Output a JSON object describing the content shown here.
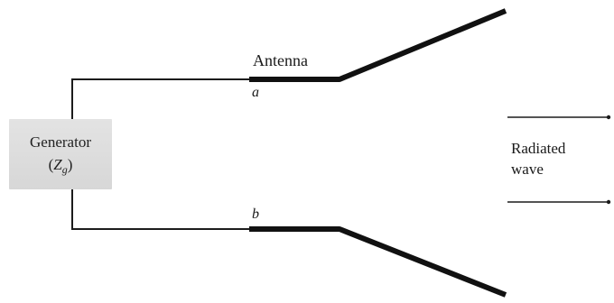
{
  "diagram": {
    "generator": {
      "title": "Generator",
      "impedance_prefix": "(",
      "impedance_symbol": "Z",
      "impedance_subscript": "g",
      "impedance_suffix": ")"
    },
    "antenna_label": "Antenna",
    "terminal_a": "a",
    "terminal_b": "b",
    "radiated_line1": "Radiated",
    "radiated_line2": "wave"
  }
}
